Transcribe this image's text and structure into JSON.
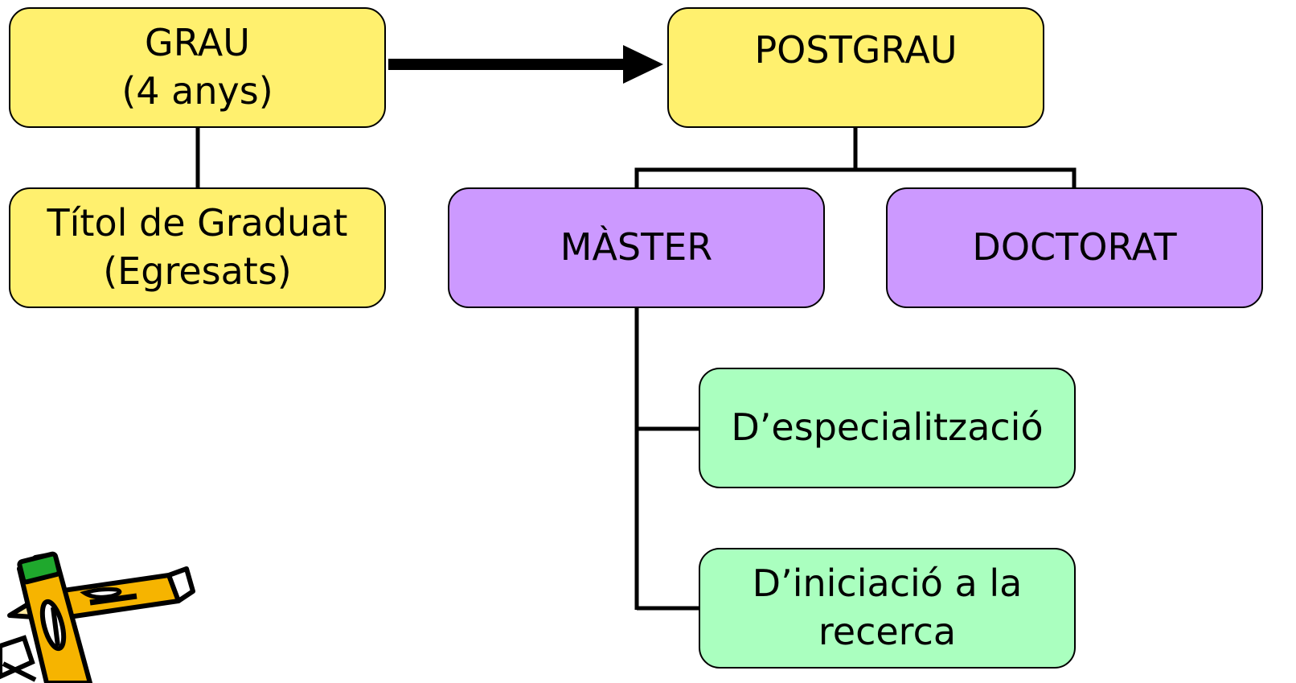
{
  "diagram": {
    "grau": {
      "label": "GRAU\n(4 anys)"
    },
    "postgrau": {
      "label": "POSTGRAU"
    },
    "titol": {
      "label": "Títol de Graduat\n(Egresats)"
    },
    "master": {
      "label": "MÀSTER"
    },
    "doctorat": {
      "label": "DOCTORAT"
    },
    "especialitzacio": {
      "label": "D’especialització"
    },
    "iniciacio": {
      "label": "D’iniciació a la\nrecerca"
    }
  },
  "colors": {
    "yellow_box": "#fff06e",
    "purple_box": "#cc99ff",
    "green_box": "#aaffbf",
    "lines": "#000000"
  },
  "decoration": {
    "clipart": "pencil-icon"
  }
}
